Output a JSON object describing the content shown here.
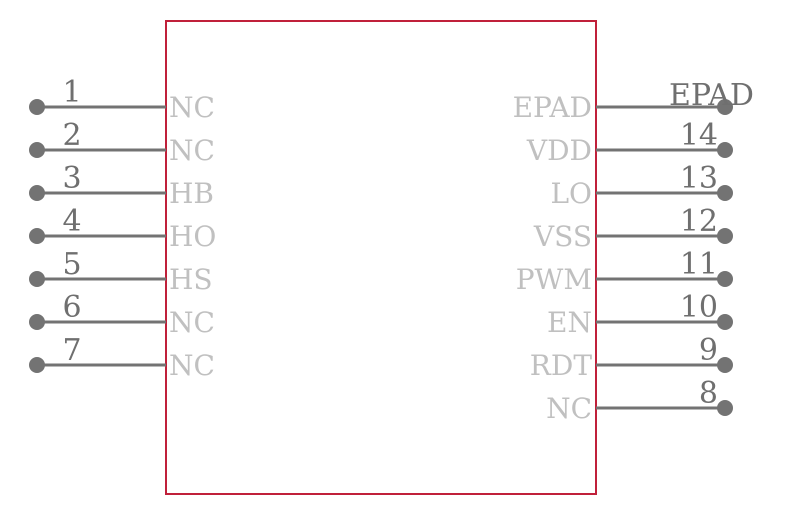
{
  "colors": {
    "body_outline": "#c0203a",
    "pin": "#737373",
    "pin_number": "#6f6f6f",
    "pin_name": "#c0c0c0"
  },
  "left_pins": [
    {
      "number": "1",
      "name": "NC"
    },
    {
      "number": "2",
      "name": "NC"
    },
    {
      "number": "3",
      "name": "HB"
    },
    {
      "number": "4",
      "name": "HO"
    },
    {
      "number": "5",
      "name": "HS"
    },
    {
      "number": "6",
      "name": "NC"
    },
    {
      "number": "7",
      "name": "NC"
    }
  ],
  "right_pins": [
    {
      "number": "EPAD",
      "name": "EPAD"
    },
    {
      "number": "14",
      "name": "VDD"
    },
    {
      "number": "13",
      "name": "LO"
    },
    {
      "number": "12",
      "name": "VSS"
    },
    {
      "number": "11",
      "name": "PWM"
    },
    {
      "number": "10",
      "name": "EN"
    },
    {
      "number": "9",
      "name": "RDT"
    },
    {
      "number": "8",
      "name": "NC"
    }
  ]
}
